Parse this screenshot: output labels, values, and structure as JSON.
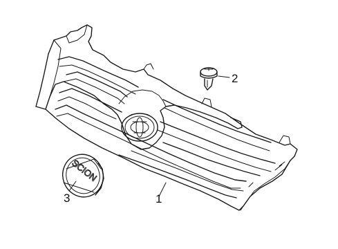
{
  "diagram": {
    "callouts": [
      {
        "id": "grille",
        "label": "1"
      },
      {
        "id": "clip",
        "label": "2"
      },
      {
        "id": "emblem",
        "label": "3"
      }
    ],
    "emblem_text": "SCION"
  }
}
